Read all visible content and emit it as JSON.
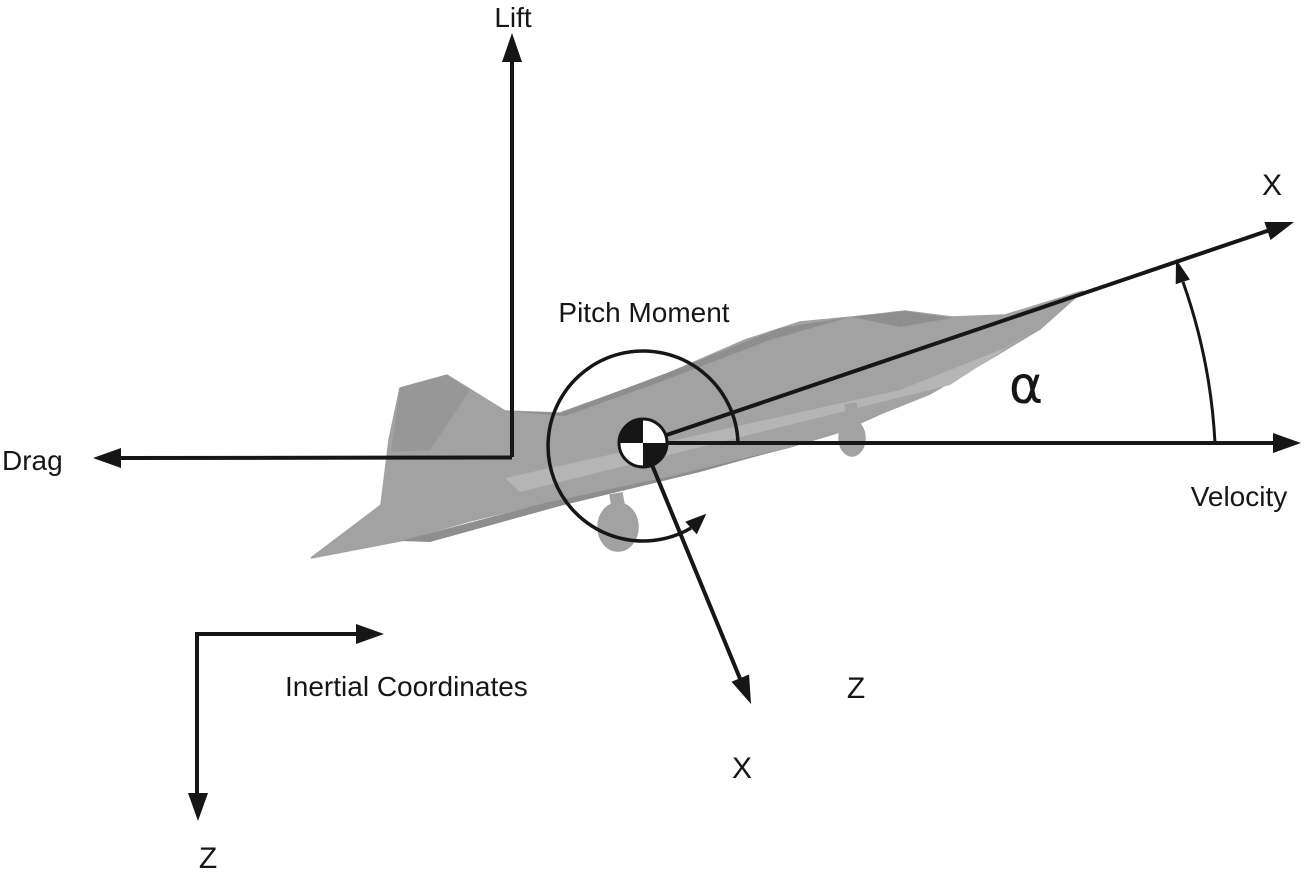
{
  "figure": {
    "title": "Aircraft longitudinal forces and coordinate frames diagram",
    "labels": {
      "lift": "Lift",
      "drag": "Drag",
      "velocity": "Velocity",
      "pitch_moment": "Pitch Moment",
      "alpha": "α",
      "body_axis_x": "X",
      "body_axis_z": "Z",
      "body_axis_x_lower": "X",
      "inertial_title": "Inertial Coordinates",
      "inertial_axis_z": "Z"
    },
    "colors": {
      "ink": "#161616",
      "background": "#ffffff",
      "aircraft_base": "#a2a2a2",
      "aircraft_shadow": "#8e8e8e",
      "aircraft_highlight": "#b5b5b5",
      "aircraft_detail": "#979797"
    }
  }
}
